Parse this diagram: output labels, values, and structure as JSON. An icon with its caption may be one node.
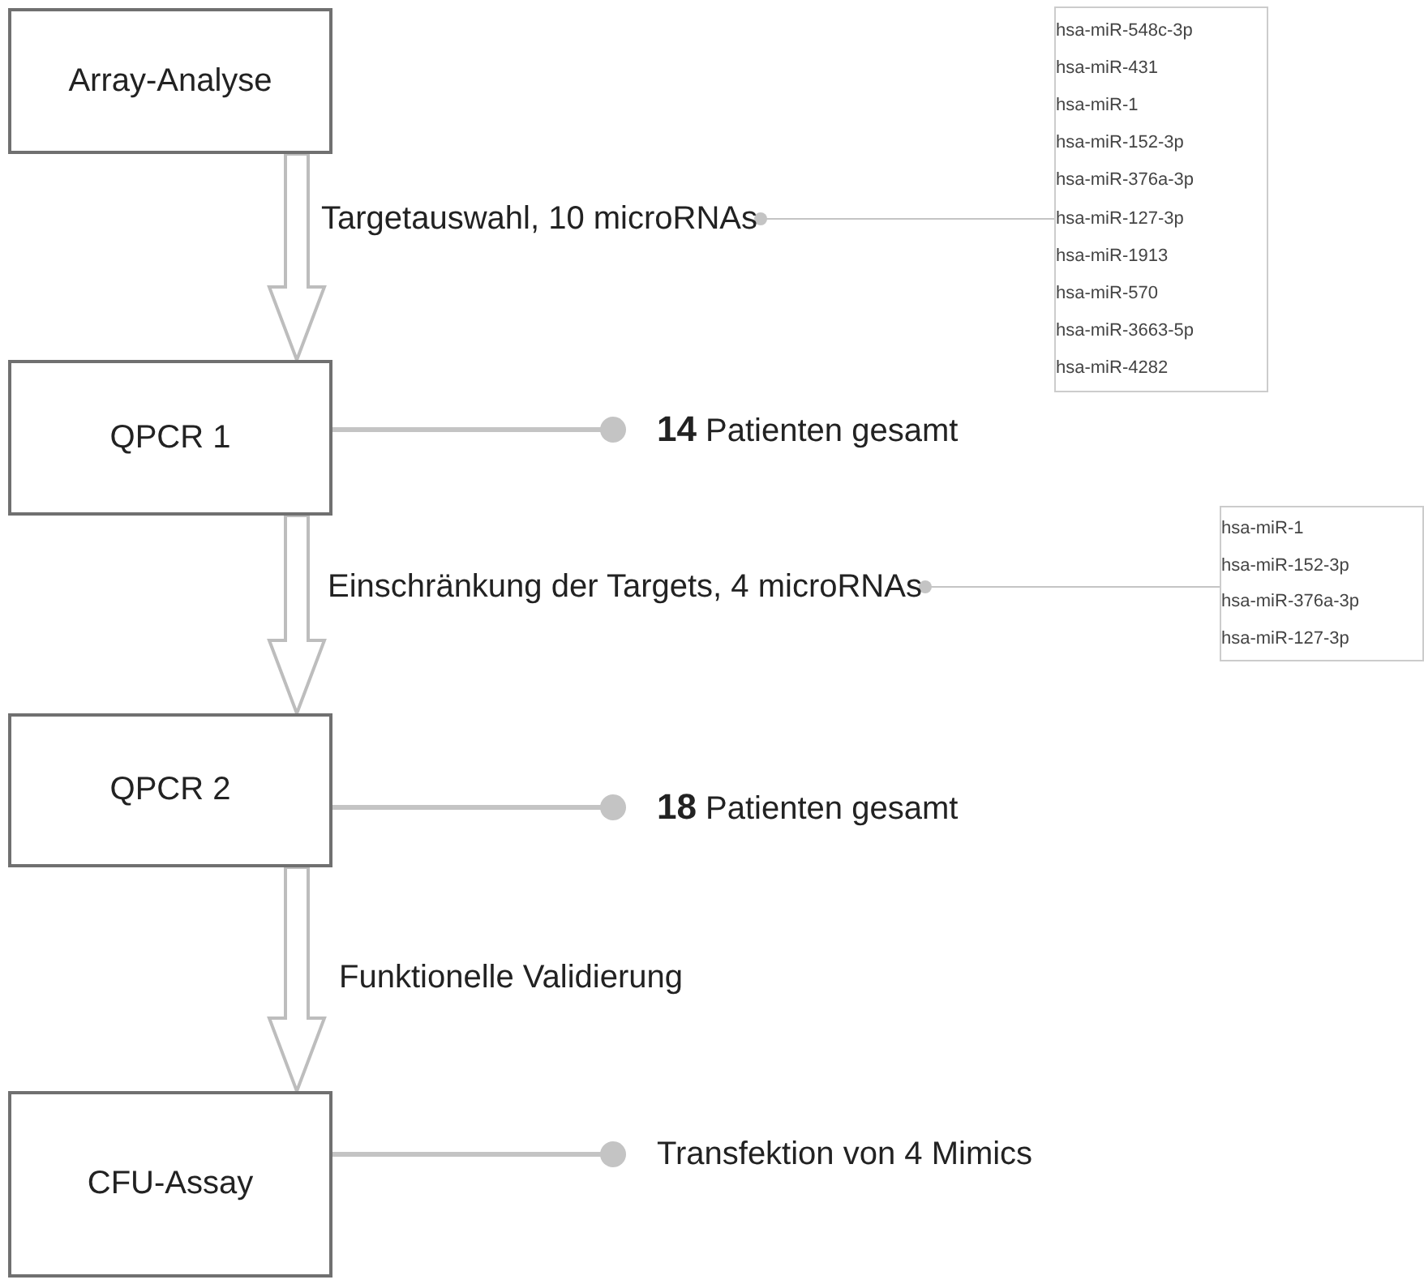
{
  "diagram": {
    "nodes": [
      {
        "text": [
          "Array-Analyse"
        ]
      },
      {
        "text": [
          "QPCR 1"
        ]
      },
      {
        "text": [
          "QPCR 2"
        ]
      },
      {
        "text": [
          "CFU-Assay"
        ]
      },
      {
        "text": [
          "Targetauswahl, 10 microRNAs"
        ]
      },
      {
        "text": [
          "hsa-miR-548c-3p",
          "hsa-miR-431",
          "hsa-miR-1",
          "hsa-miR-152-3p",
          "hsa-miR-376a-3p",
          "hsa-miR-127-3p",
          "hsa-miR-1913",
          "hsa-miR-570",
          "hsa-miR-3663-5p",
          "hsa-miR-4282"
        ]
      },
      {
        "text": [
          "**14** Patienten gesamt"
        ]
      },
      {
        "text": [
          "Einschränkung der Targets, 4 microRNAs"
        ]
      },
      {
        "text": [
          "hsa-miR-1",
          "hsa-miR-152-3p",
          "hsa-miR-376a-3p",
          "hsa-miR-127-3p"
        ]
      },
      {
        "text": [
          "**18** Patienten gesamt"
        ]
      },
      {
        "text": [
          "Transfektion von 4 Mimics"
        ]
      }
    ],
    "edges": [
      {
        "from": 0,
        "to": 1,
        "arrow": "to"
      },
      {
        "from": 1,
        "to": 2,
        "arrow": "to"
      },
      {
        "from": 2,
        "to": 3,
        "arrow": "to",
        "label": "Funktionelle Validierung"
      },
      {
        "from": 5,
        "to": 4,
        "arrow": "other"
      },
      {
        "from": 1,
        "to": 6,
        "arrow": "other"
      },
      {
        "from": 8,
        "to": 7,
        "arrow": "other"
      },
      {
        "from": 2,
        "to": 9,
        "arrow": "other"
      },
      {
        "from": 3,
        "to": 10,
        "arrow": "other"
      }
    ]
  }
}
